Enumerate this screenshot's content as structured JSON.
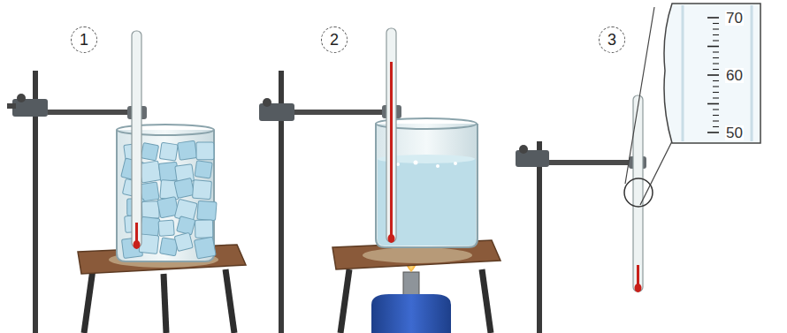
{
  "diagram": {
    "labels": [
      "1",
      "2",
      "3",
      "70",
      "60",
      "50"
    ]
  }
}
